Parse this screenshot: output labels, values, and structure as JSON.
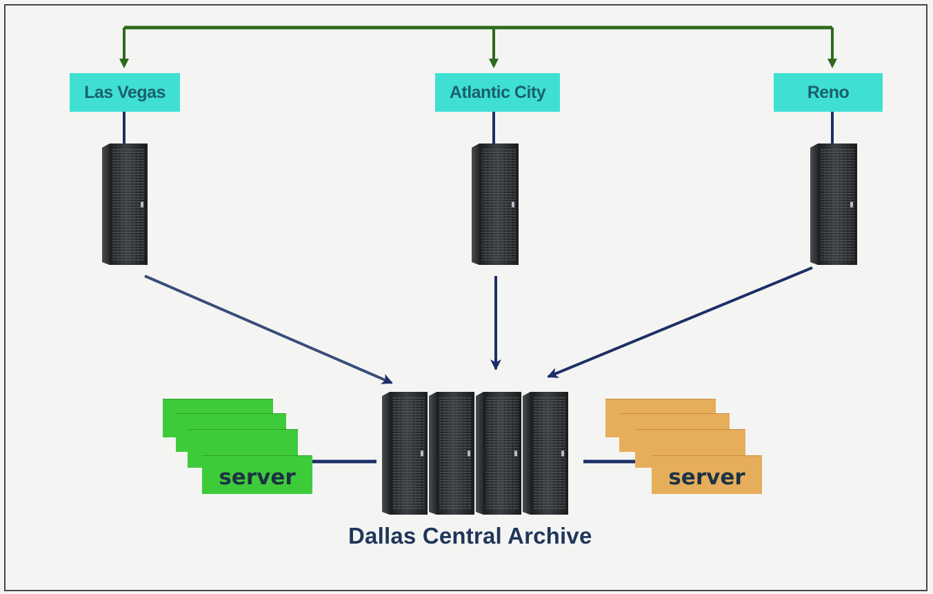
{
  "sites": [
    {
      "name": "Las Vegas"
    },
    {
      "name": "Atlantic City"
    },
    {
      "name": "Reno"
    }
  ],
  "server_label": "server",
  "archive_label": "Dallas Central Archive",
  "colors": {
    "site_fill": "#3fe0d3",
    "site_text": "#1b5f6f",
    "top_link": "#2d6a1c",
    "data_link": "#1d2f66",
    "green_server": "#3ecb3a",
    "orange_server": "#e6ad5a",
    "rack_body": "#2a2d2f"
  }
}
